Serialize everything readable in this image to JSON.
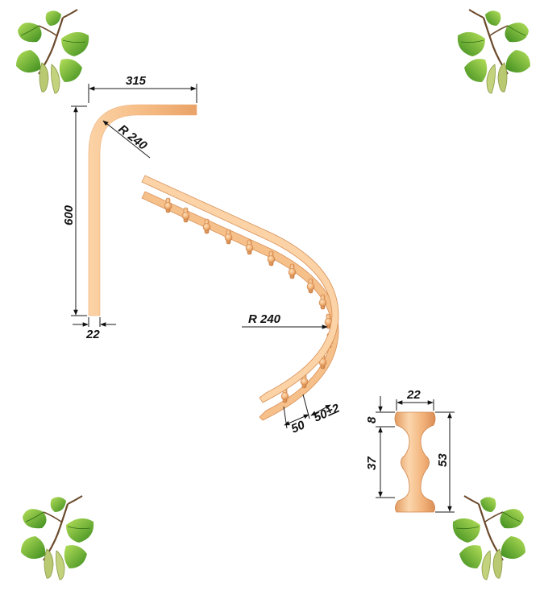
{
  "diagram": {
    "rail": {
      "width": "315",
      "height": "600",
      "radius": "R 240",
      "thickness": "22"
    },
    "balustrade": {
      "radius": "R 240",
      "spacing": "50",
      "spacing_tolerance": "50±2"
    },
    "baluster": {
      "width": "22",
      "top_height": "8",
      "middle_height": "37",
      "total_height": "53"
    }
  },
  "colors": {
    "wood_light": "#fbd3a6",
    "wood_mid": "#f2b27a",
    "wood_dark": "#d98d55",
    "leaf_light": "#9fd34a",
    "leaf_dark": "#3c8c1e",
    "catkin": "#b9c972"
  }
}
